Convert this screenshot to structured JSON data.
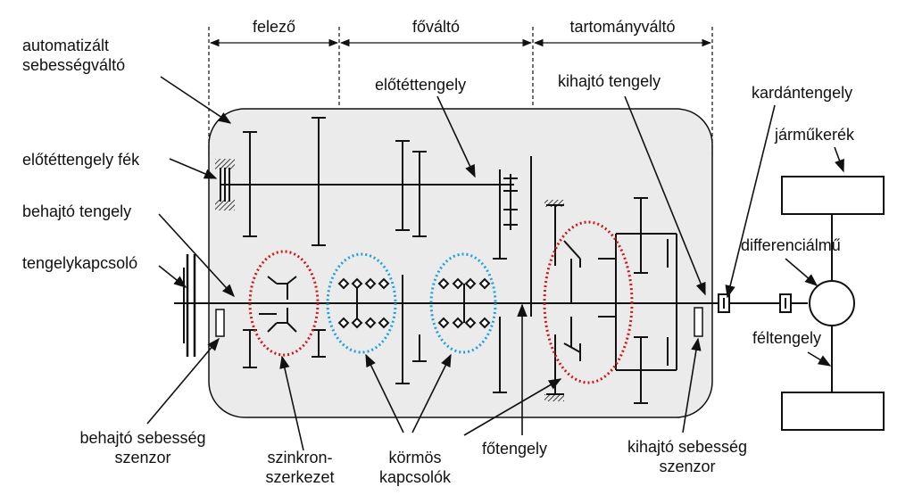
{
  "sections": {
    "felezo": "felező",
    "fovalto": "főváltó",
    "tartomany": "tartományváltó"
  },
  "labels": {
    "automatizalt": "automatizált\nsebességváltó",
    "elotettengely_fek": "előtéttengely fék",
    "behajto_tengely": "behajtó tengely",
    "tengelykapcsolo": "tengelykapcsoló",
    "elotettengely": "előtéttengely",
    "kihajto_tengely": "kihajtó tengely",
    "kardantengely": "kardántengely",
    "jarmukerek": "járműkerék",
    "differencialmu": "differenciálmű",
    "feltengely": "féltengely",
    "behajto_sebesseg_szenzor": "behajtó sebesség\nszenzor",
    "szinkronszerkezet": "szinkron-\nszerkezet",
    "kormos_kapcsolok": "körmös\nkapcsolók",
    "fotengely": "főtengely",
    "kihajto_sebesseg_szenzor": "kihajtó sebesség\nszenzor"
  },
  "colors": {
    "housing_fill": "#ebebeb",
    "line": "#111111",
    "synchro_ring": "#d01818",
    "dog_ring": "#1ea0e0"
  }
}
